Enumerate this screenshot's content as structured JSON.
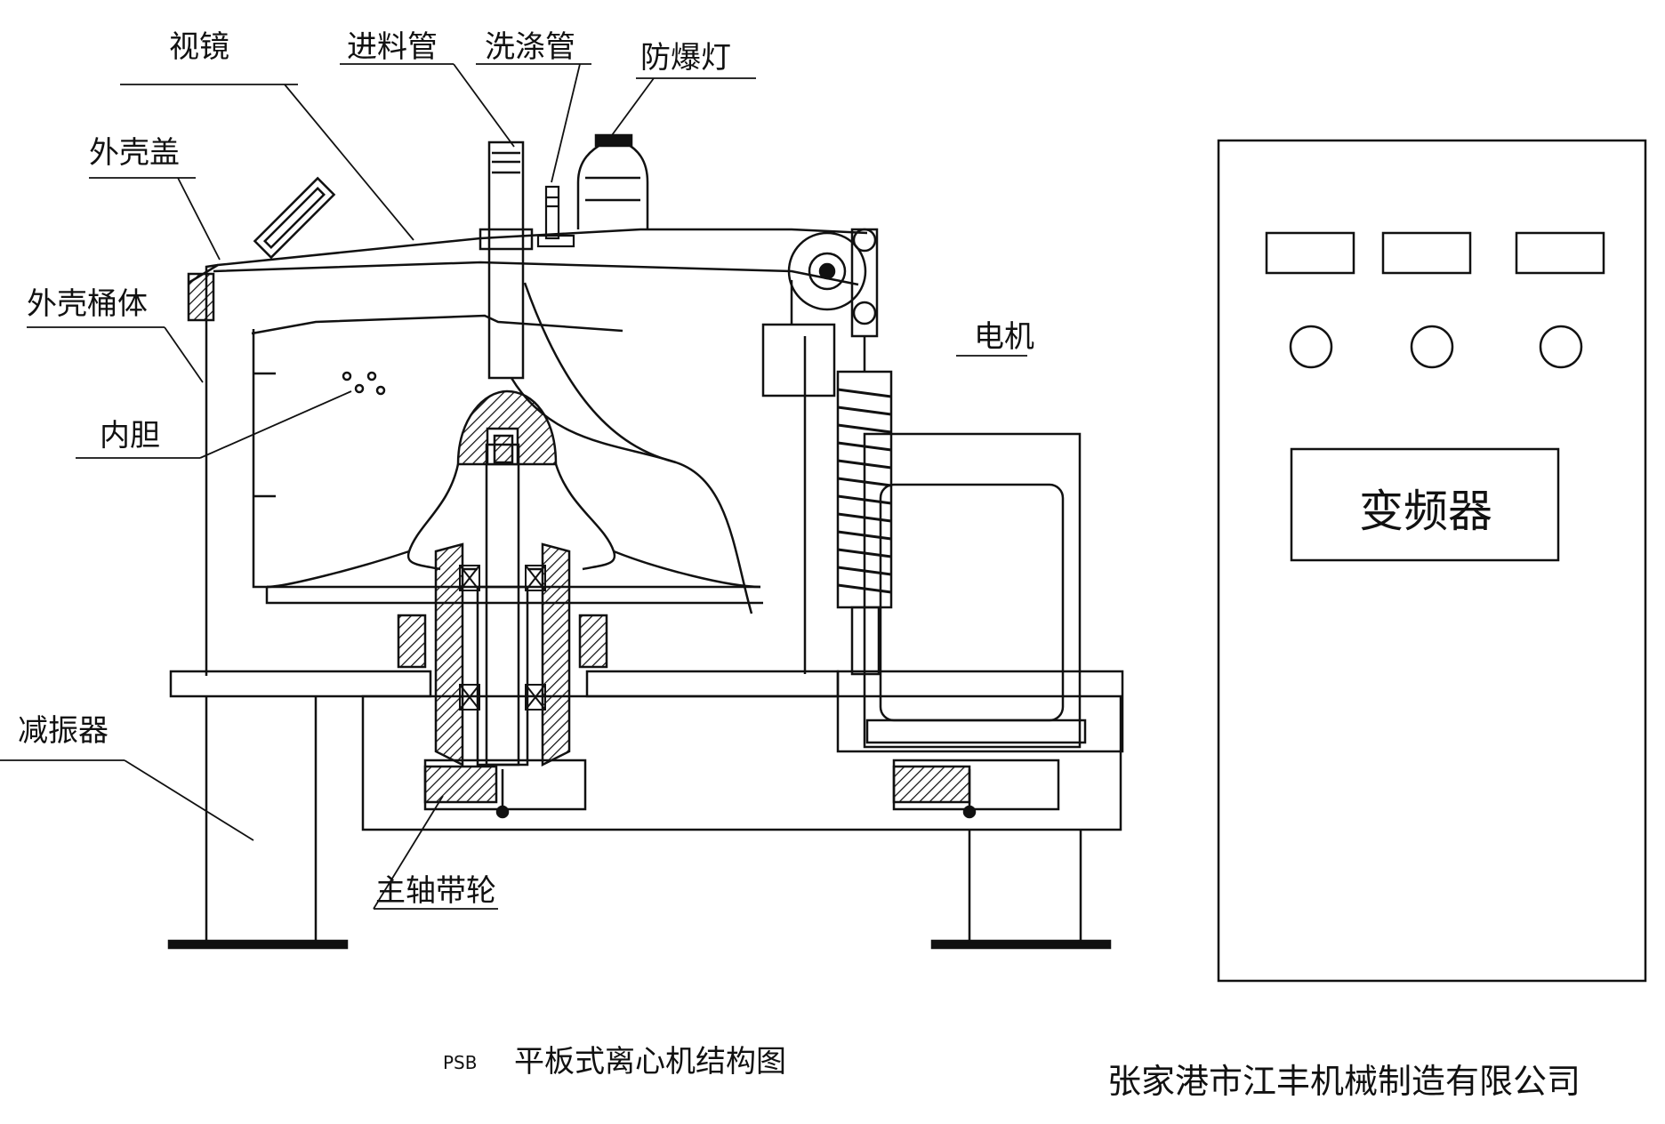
{
  "labels": {
    "sight_glass": "视镜",
    "feed_pipe": "进料管",
    "wash_pipe": "洗涤管",
    "explosion_proof_lamp": "防爆灯",
    "shell_cover": "外壳盖",
    "shell_barrel": "外壳桶体",
    "inner_basket": "内胆",
    "damper": "减振器",
    "spindle_pulley": "主轴带轮",
    "motor": "电机",
    "inverter": "变频器"
  },
  "caption": {
    "model": "PSB",
    "title": "平板式离心机结构图"
  },
  "company": "张家港市江丰机械制造有限公司",
  "colors": {
    "ink": "#111111",
    "paper": "#ffffff"
  }
}
